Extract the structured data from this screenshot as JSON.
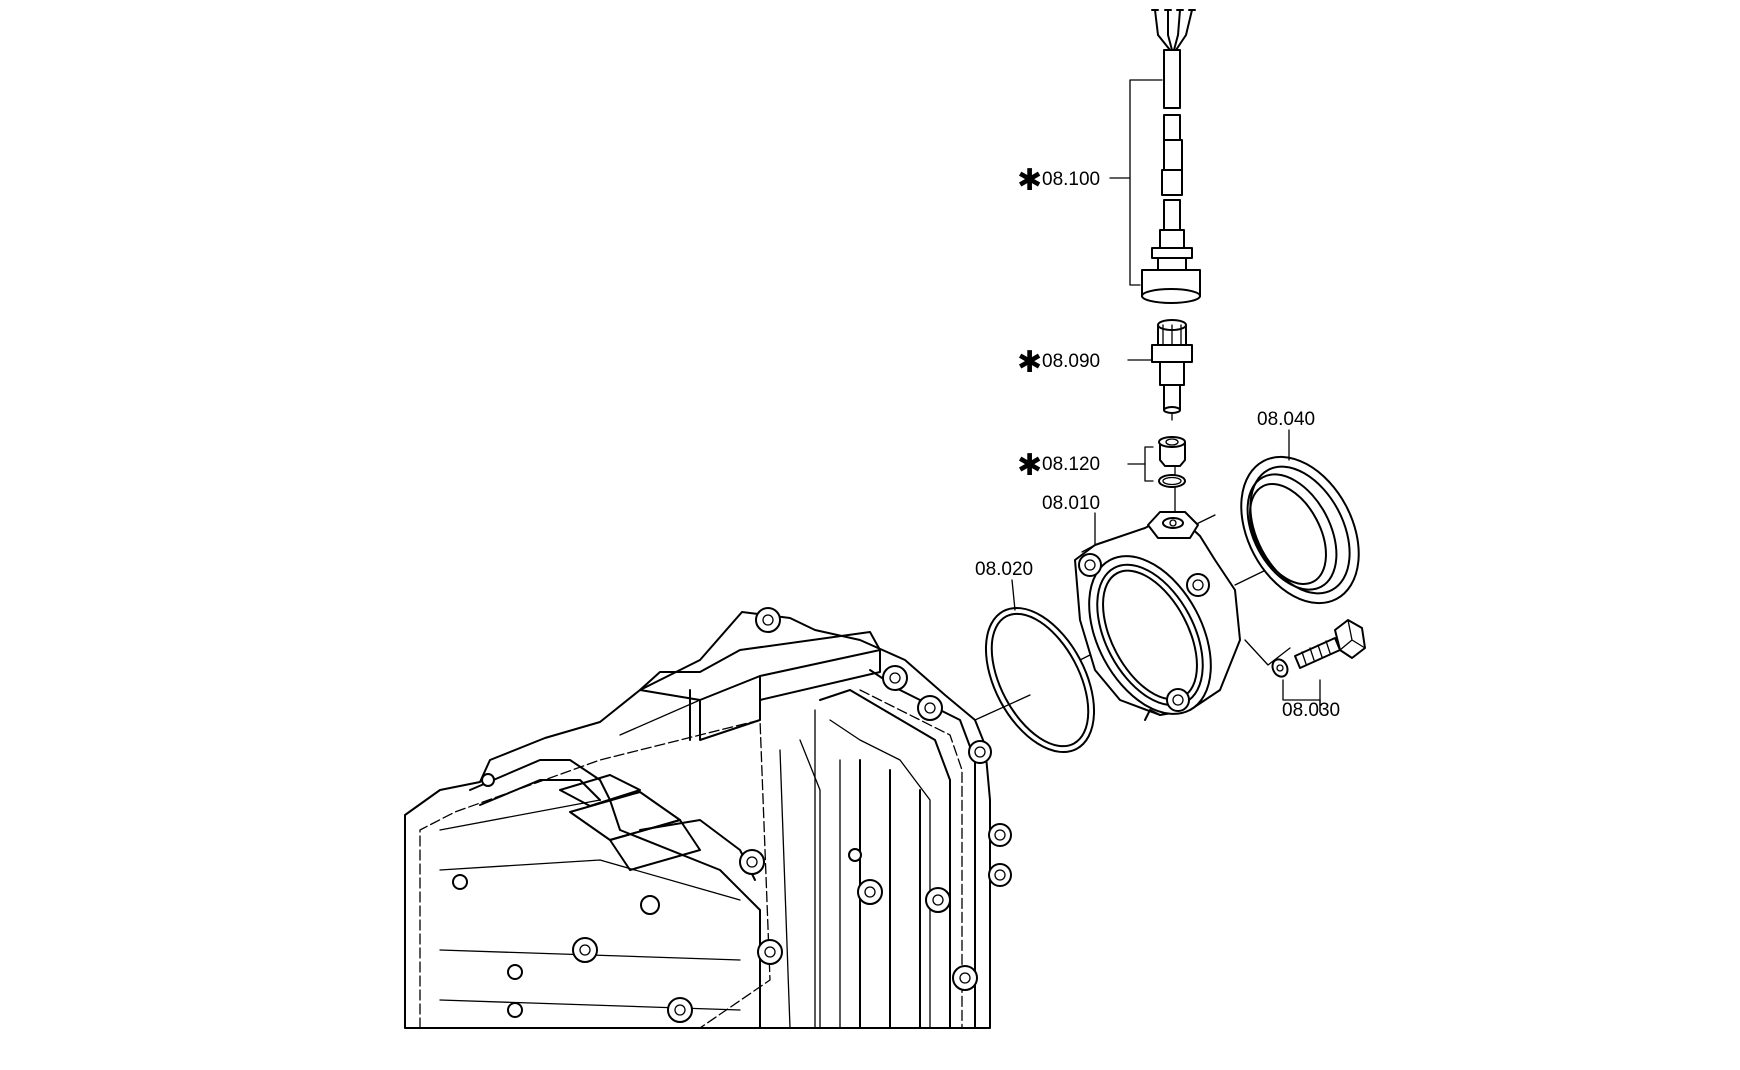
{
  "parts": [
    {
      "id": "p08100",
      "label": "08.100",
      "starred": true
    },
    {
      "id": "p08090",
      "label": "08.090",
      "starred": true
    },
    {
      "id": "p08120",
      "label": "08.120",
      "starred": true
    },
    {
      "id": "p08040",
      "label": "08.040",
      "starred": false
    },
    {
      "id": "p08010",
      "label": "08.010",
      "starred": false
    },
    {
      "id": "p08020",
      "label": "08.020",
      "starred": false
    },
    {
      "id": "p08030",
      "label": "08.030",
      "starred": false
    }
  ],
  "star_symbol": "✱"
}
